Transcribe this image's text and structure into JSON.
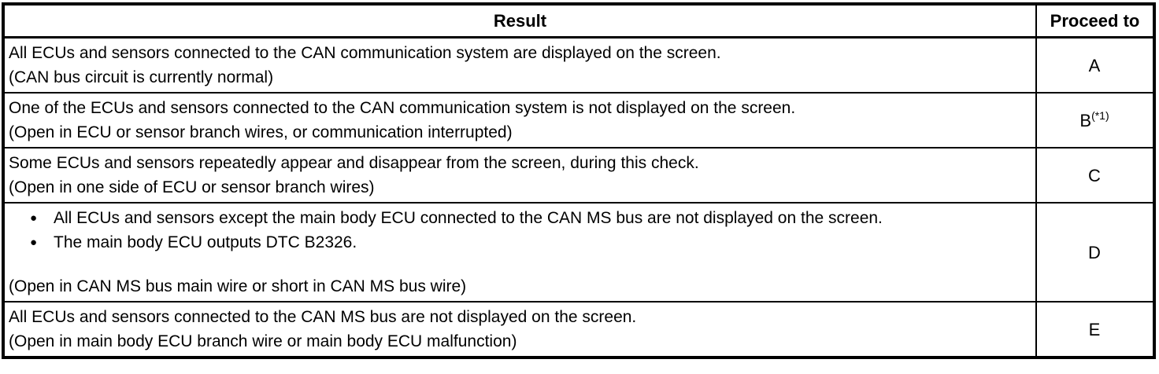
{
  "icons": {
    "bullet": "●"
  },
  "table": {
    "header": {
      "result": "Result",
      "proceed": "Proceed to"
    },
    "rows": [
      {
        "lines": [
          "All ECUs and sensors connected to the CAN communication system are displayed on the screen.",
          "(CAN bus circuit is currently normal)"
        ],
        "proceed": "A",
        "proceed_sup": ""
      },
      {
        "lines": [
          "One of the ECUs and sensors connected to the CAN communication system is not displayed on the screen.",
          "(Open in ECU or sensor branch wires, or communication interrupted)"
        ],
        "proceed": "B",
        "proceed_sup": "(*1)"
      },
      {
        "lines": [
          "Some ECUs and sensors repeatedly appear and disappear from the screen, during this check.",
          "(Open in one side of ECU or sensor branch wires)"
        ],
        "proceed": "C",
        "proceed_sup": ""
      },
      {
        "bullets": [
          "All ECUs and sensors except the main body ECU connected to the CAN MS bus are not displayed on the screen.",
          "The main body ECU outputs DTC B2326."
        ],
        "note": "(Open in CAN MS bus main wire or short in CAN MS bus wire)",
        "proceed": "D",
        "proceed_sup": ""
      },
      {
        "lines": [
          "All ECUs and sensors connected to the CAN MS bus are not displayed on the screen.",
          "(Open in main body ECU branch wire or main body ECU malfunction)"
        ],
        "proceed": "E",
        "proceed_sup": ""
      }
    ]
  }
}
